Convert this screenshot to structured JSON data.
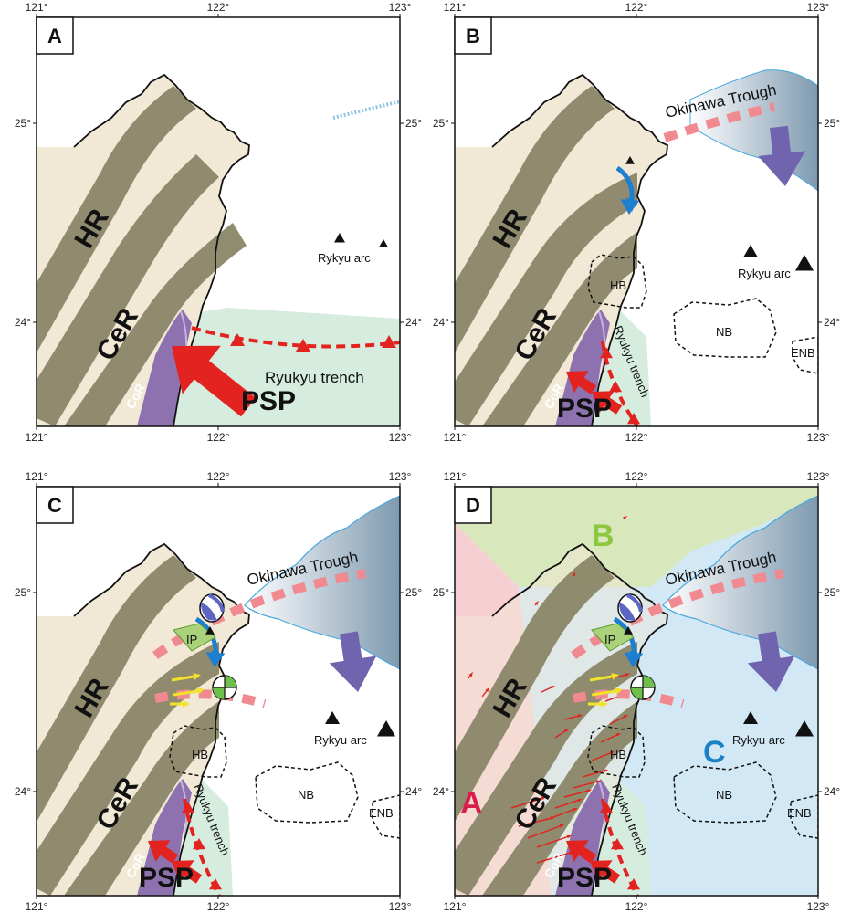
{
  "colors": {
    "land": "#f1e8d6",
    "belt": "#8a8668",
    "cor": "#8e72b0",
    "trench_sea": "#d6ecdf",
    "okinawa": "#9fb8c8",
    "zone_a": "#f6cfd2",
    "zone_b": "#d9e8bc",
    "zone_c": "#d2e8f5",
    "red_arrow": "#e2231f",
    "blue_arrow": "#1d7fd0",
    "purple_arrow": "#6f64ad",
    "pink_dash": "#f08a90",
    "zone_a_label": "#d81f4b",
    "zone_b_label": "#8dc63f",
    "zone_c_label": "#1a80c8"
  },
  "axes": {
    "lon_ticks": [
      "121°",
      "122°",
      "123°"
    ],
    "lat_ticks": [
      "25°",
      "24°"
    ]
  },
  "panels": [
    {
      "id": "A",
      "tag": "A"
    },
    {
      "id": "B",
      "tag": "B"
    },
    {
      "id": "C",
      "tag": "C"
    },
    {
      "id": "D",
      "tag": "D"
    }
  ],
  "labels": {
    "hr": "HR",
    "cer": "CeR",
    "cor": "CoR",
    "psp": "PSP",
    "ryukyu_trench": "Ryukyu trench",
    "rykyu_arc": "Rykyu arc",
    "okinawa_trough": "Okinawa Trough",
    "hb": "HB",
    "nb": "NB",
    "enb": "ENB",
    "ip": "IP",
    "zone_a": "A",
    "zone_b": "B",
    "zone_c": "C"
  }
}
